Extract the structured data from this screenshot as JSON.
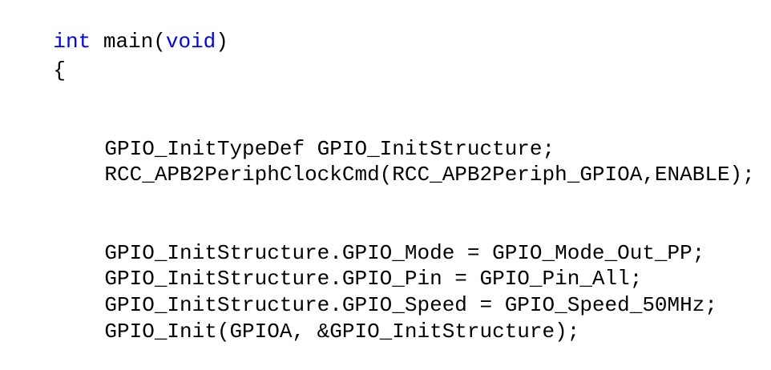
{
  "editor": {
    "colors": {
      "background": "#ffffff",
      "text": "#000000",
      "keyword": "#0000ff"
    },
    "lines": [
      {
        "segments": [
          {
            "text": "int",
            "kind": "keyword"
          },
          {
            "text": " main(",
            "kind": "plain"
          },
          {
            "text": "void",
            "kind": "keyword"
          },
          {
            "text": ")",
            "kind": "plain"
          }
        ]
      },
      {
        "segments": [
          {
            "text": "{",
            "kind": "plain"
          }
        ]
      },
      {
        "segments": [
          {
            "text": "GPIO_InitTypeDef GPIO_InitStructure;",
            "kind": "plain"
          }
        ]
      },
      {
        "segments": [
          {
            "text": "RCC_APB2PeriphClockCmd(RCC_APB2Periph_GPIOA,ENABLE);",
            "kind": "plain"
          }
        ]
      },
      {
        "segments": [
          {
            "text": "GPIO_InitStructure.GPIO_Mode = GPIO_Mode_Out_PP;",
            "kind": "plain"
          }
        ]
      },
      {
        "segments": [
          {
            "text": "GPIO_InitStructure.GPIO_Pin = GPIO_Pin_All;",
            "kind": "plain"
          }
        ]
      },
      {
        "segments": [
          {
            "text": "GPIO_InitStructure.GPIO_Speed = GPIO_Speed_50MHz;",
            "kind": "plain"
          }
        ]
      },
      {
        "segments": [
          {
            "text": "GPIO_Init(GPIOA, &GPIO_InitStructure);",
            "kind": "plain"
          }
        ]
      }
    ]
  }
}
